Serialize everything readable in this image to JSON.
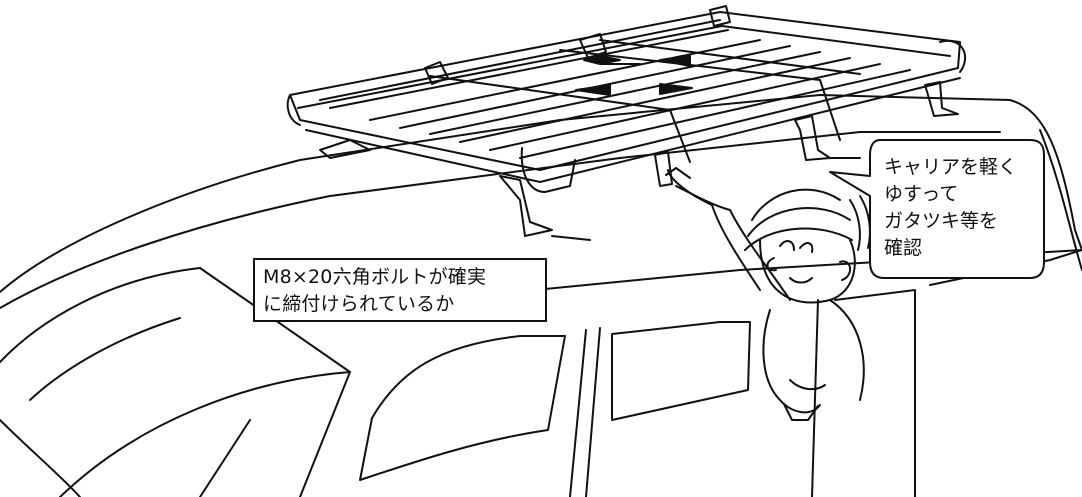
{
  "annotations": {
    "bolt_check_lines": [
      "M8×20六角ボルトが確実",
      "に締付けられているか"
    ],
    "shake_check_lines": [
      "キャリアを軽く",
      "ゆすって",
      "ガタツキ等を",
      "確認"
    ]
  },
  "colors": {
    "line": "#111111",
    "background": "#ffffff"
  }
}
